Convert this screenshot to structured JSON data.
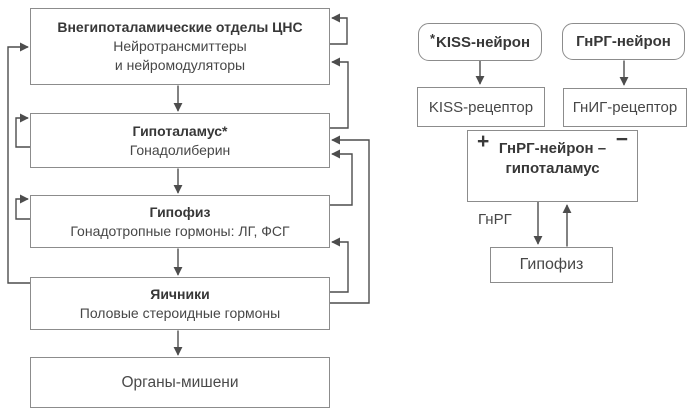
{
  "colors": {
    "line": "#4d4d4d",
    "box_border": "#8c8c8c",
    "text": "#3e3e3e",
    "background": "#ffffff"
  },
  "left_chart": {
    "box1": {
      "title": "Внегипоталамические отделы ЦНС",
      "line1": "Нейротрансмиттеры",
      "line2": "и нейромодуляторы"
    },
    "box2": {
      "title": "Гипоталамус*",
      "line1": "Гонадолиберин"
    },
    "box3": {
      "title": "Гипофиз",
      "line1": "Гонадотропные гормоны: ЛГ, ФСГ"
    },
    "box4": {
      "title": "Яичники",
      "line1": "Половые стероидные гормоны"
    },
    "box5": {
      "title": "Органы-мишени"
    }
  },
  "right_chart": {
    "kiss_neuron": {
      "asterisk": "*",
      "label": "KISS-нейрон"
    },
    "gnrh_neuron": {
      "label": "ГнРГ-нейрон"
    },
    "kiss_receptor": {
      "label": "KISS-рецептор"
    },
    "gnih_receptor": {
      "label": "ГнИГ-рецептор"
    },
    "gnrh_hypothalamus": {
      "plus": "+",
      "minus": "−",
      "line1": "ГнРГ-нейрон –",
      "line2": "гипоталамус"
    },
    "gnrh_label": "ГнРГ",
    "pituitary": {
      "label": "Гипофиз"
    }
  }
}
